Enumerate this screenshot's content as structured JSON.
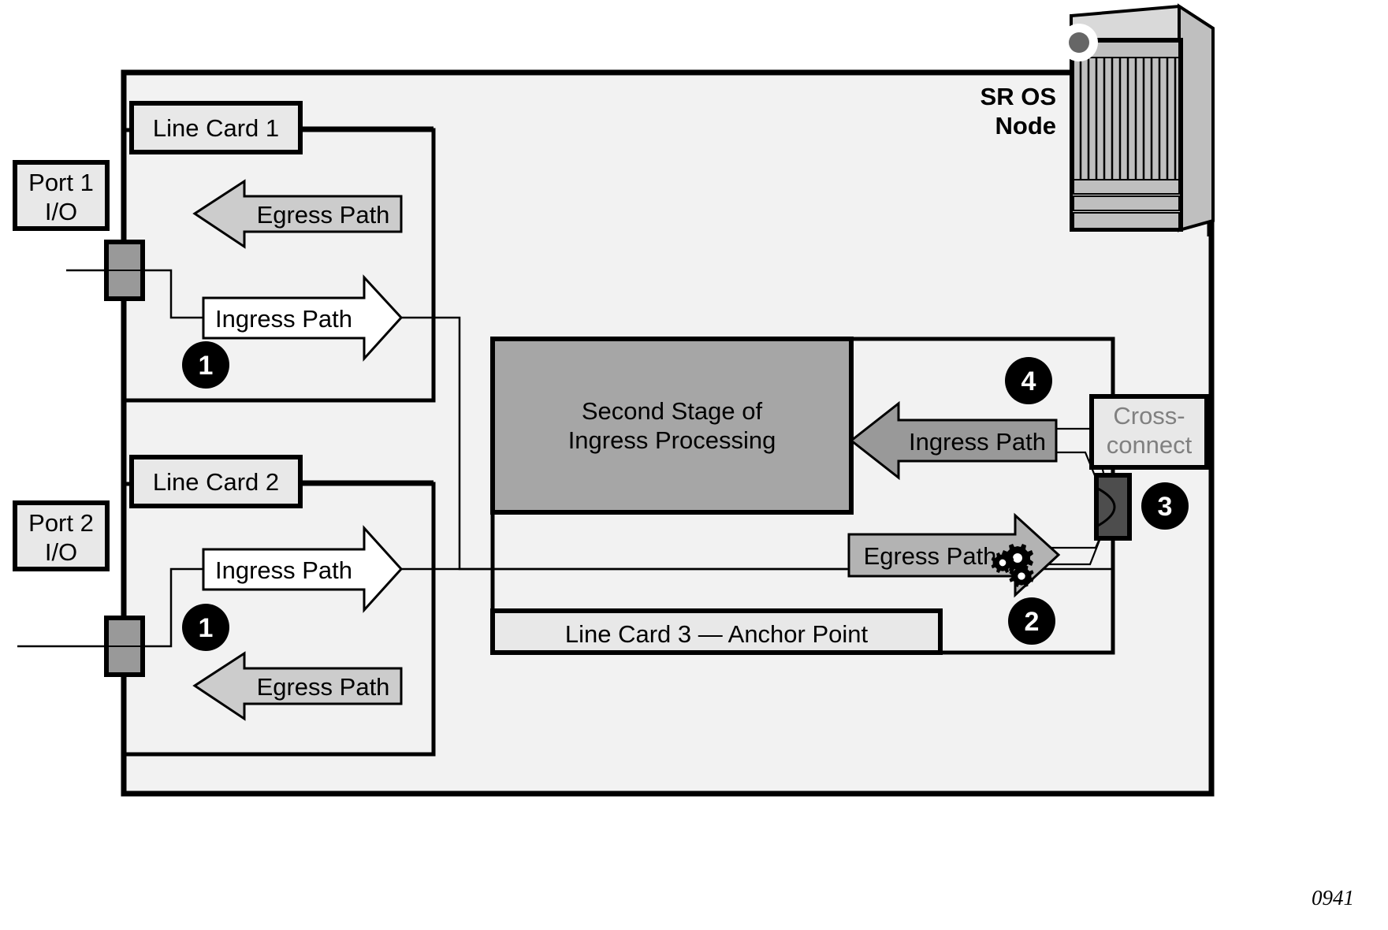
{
  "figure": {
    "id_label": "0941",
    "title": "SR OS Node packet path with cross-connect anchor point"
  },
  "node": {
    "label_line1": "SR OS",
    "label_line2": "Node",
    "chassis_icon": "router-chassis-icon",
    "status_led": "status-led-icon"
  },
  "ports": [
    {
      "name": "port-1",
      "line1": "Port 1",
      "line2": "I/O"
    },
    {
      "name": "port-2",
      "line1": "Port 2",
      "line2": "I/O"
    }
  ],
  "line_cards": [
    {
      "name": "line-card-1",
      "label": "Line Card 1"
    },
    {
      "name": "line-card-2",
      "label": "Line Card 2"
    },
    {
      "name": "line-card-3",
      "label": "Line Card 3 — Anchor Point"
    }
  ],
  "paths": [
    {
      "name": "egress-path-card1",
      "label": "Egress Path",
      "direction": "left",
      "fill": "#cccccc"
    },
    {
      "name": "ingress-path-card1",
      "label": "Ingress Path",
      "direction": "right",
      "fill": "#ffffff"
    },
    {
      "name": "ingress-path-card2",
      "label": "Ingress Path",
      "direction": "right",
      "fill": "#ffffff"
    },
    {
      "name": "egress-path-card2",
      "label": "Egress Path",
      "direction": "left",
      "fill": "#cccccc"
    },
    {
      "name": "ingress-path-card3",
      "label": "Ingress Path",
      "direction": "left",
      "fill": "#999999"
    },
    {
      "name": "egress-path-card3",
      "label": "Egress Path",
      "direction": "right",
      "fill": "#b3b3b3"
    }
  ],
  "second_stage": {
    "line1": "Second Stage of",
    "line2": "Ingress Processing",
    "fill": "#a6a6a6"
  },
  "cross_connect": {
    "line1": "Cross-",
    "line2": "connect",
    "text_color": "#808080",
    "fill": "#e8e8e8"
  },
  "callouts": [
    {
      "name": "callout-1-card1",
      "number": "1"
    },
    {
      "name": "callout-1-card2",
      "number": "1"
    },
    {
      "name": "callout-2",
      "number": "2"
    },
    {
      "name": "callout-3",
      "number": "3"
    },
    {
      "name": "callout-4",
      "number": "4"
    }
  ],
  "icons": {
    "gears": "gears-icon",
    "loopback": "loopback-curve-icon",
    "port_connector": "port-connector-icon"
  },
  "colors": {
    "node_fill": "#f2f2f2",
    "card_fill": "#e8e8e8",
    "stroke": "#000000",
    "stage_fill": "#a6a6a6",
    "connector_fill": "#999999",
    "xconnect_port_fill": "#4d4d4d"
  }
}
